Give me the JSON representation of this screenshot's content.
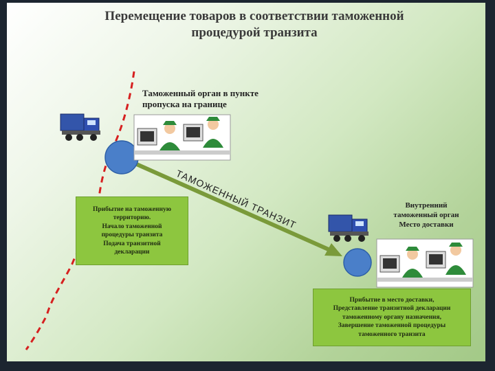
{
  "title": {
    "line1": "Перемещение товаров в соответствии таможенной",
    "line2": "процедурой транзита"
  },
  "border_office": {
    "line1": "Таможенный орган в пункте",
    "line2": "пропуска на границе"
  },
  "internal_office": {
    "line1": "Внутренний",
    "line2": "таможенный орган",
    "line3": "Место доставки"
  },
  "arrival_box": {
    "lines": [
      "Прибытие на таможенную",
      "территорию.",
      "Начало таможенной",
      "процедуры транзита",
      "Подача транзитной",
      "декларации"
    ]
  },
  "delivery_box": {
    "lines": [
      "Прибытие в место доставки,",
      "Представление транзитной декларации",
      "таможенному органу назначения,",
      "Завершение таможенной процедуры",
      "таможенного транзита"
    ]
  },
  "arrow_label": "ТАМОЖЕННЫЙ ТРАНЗИТ",
  "colors": {
    "node": "#4a7fc9",
    "arrow": "#7a9a3a",
    "border_line": "#d62020",
    "box_fill": "#8dc63f"
  },
  "icons": [
    "truck-icon",
    "customs-officer-icon",
    "computer-icon"
  ]
}
